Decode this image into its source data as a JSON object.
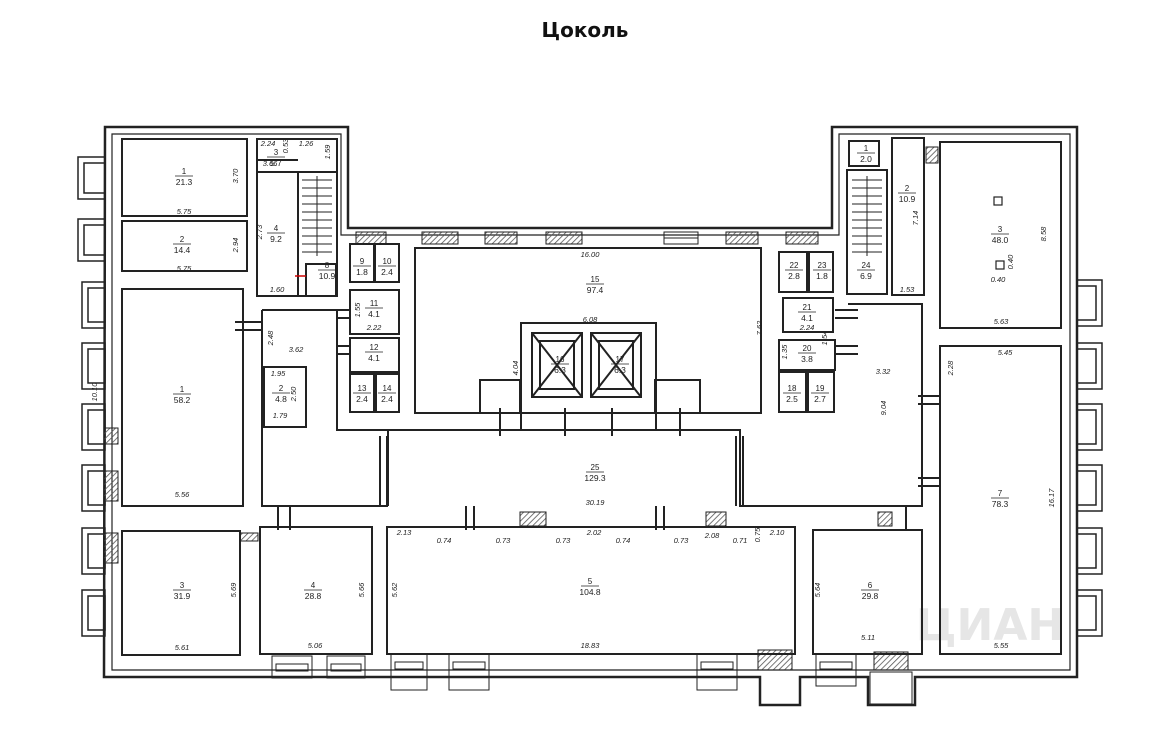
{
  "title": "Цоколь",
  "colors": {
    "wall": "#222222",
    "hatch": "#555555",
    "background": "#ffffff"
  },
  "watermark": "ЦИАН",
  "rooms": [
    {
      "id": "r1-top",
      "num": "1",
      "area": "21.3"
    },
    {
      "id": "r2-top",
      "num": "2",
      "area": "14.4"
    },
    {
      "id": "r1-left",
      "num": "1",
      "area": "58.2"
    },
    {
      "id": "r3-left",
      "num": "3",
      "area": "31.9"
    },
    {
      "id": "r3-small",
      "num": "3",
      "area": "5.7"
    },
    {
      "id": "r4-small",
      "num": "4",
      "area": "9.2"
    },
    {
      "id": "r8",
      "num": "8",
      "area": "10.9"
    },
    {
      "id": "r2-small",
      "num": "2",
      "area": "4.8"
    },
    {
      "id": "r4",
      "num": "4",
      "area": "28.8"
    },
    {
      "id": "r5",
      "num": "5",
      "area": "104.8"
    },
    {
      "id": "r6",
      "num": "6",
      "area": "29.8"
    },
    {
      "id": "r7",
      "num": "7",
      "area": "78.3"
    },
    {
      "id": "r9",
      "num": "9",
      "area": "1.8"
    },
    {
      "id": "r10",
      "num": "10",
      "area": "2.4"
    },
    {
      "id": "r11",
      "num": "11",
      "area": "4.1"
    },
    {
      "id": "r12",
      "num": "12",
      "area": "4.1"
    },
    {
      "id": "r13",
      "num": "13",
      "area": "2.4"
    },
    {
      "id": "r14",
      "num": "14",
      "area": "2.4"
    },
    {
      "id": "r15",
      "num": "15",
      "area": "97.4"
    },
    {
      "id": "r16",
      "num": "16",
      "area": "6.3"
    },
    {
      "id": "r17",
      "num": "17",
      "area": "6.3"
    },
    {
      "id": "r18",
      "num": "18",
      "area": "2.5"
    },
    {
      "id": "r19",
      "num": "19",
      "area": "2.7"
    },
    {
      "id": "r20",
      "num": "20",
      "area": "3.8"
    },
    {
      "id": "r21",
      "num": "21",
      "area": "4.1"
    },
    {
      "id": "r22",
      "num": "22",
      "area": "2.8"
    },
    {
      "id": "r23",
      "num": "23",
      "area": "1.8"
    },
    {
      "id": "r24",
      "num": "24",
      "area": "6.9"
    },
    {
      "id": "r25",
      "num": "25",
      "area": "129.3"
    },
    {
      "id": "rR1",
      "num": "1",
      "area": "2.0"
    },
    {
      "id": "rR2",
      "num": "2",
      "area": "10.9"
    },
    {
      "id": "rR3",
      "num": "3",
      "area": "48.0"
    }
  ],
  "dimensions": [
    "5.75",
    "5.75",
    "3.70",
    "2.94",
    "10.10",
    "5.56",
    "5.61",
    "5.69",
    "2.24",
    "0.53",
    "1.26",
    "1.59",
    "3.66",
    "2.73",
    "1.60",
    "2.48",
    "3.62",
    "1.95",
    "2.50",
    "1.79",
    "5.06",
    "5.66",
    "5.62",
    "18.83",
    "5.64",
    "5.11",
    "16.00",
    "6.08",
    "7.62",
    "4.04",
    "1.55",
    "2.22",
    "2.13",
    "0.74",
    "0.73",
    "0.73",
    "2.02",
    "0.74",
    "0.73",
    "2.08",
    "0.71",
    "0.75",
    "2.10",
    "30.19",
    "3.32",
    "9.04",
    "1.54",
    "2.24",
    "1.35",
    "7.14",
    "1.53",
    "8.58",
    "0.40",
    "0.40",
    "5.63",
    "5.45",
    "2.28",
    "16.17",
    "5.55"
  ]
}
